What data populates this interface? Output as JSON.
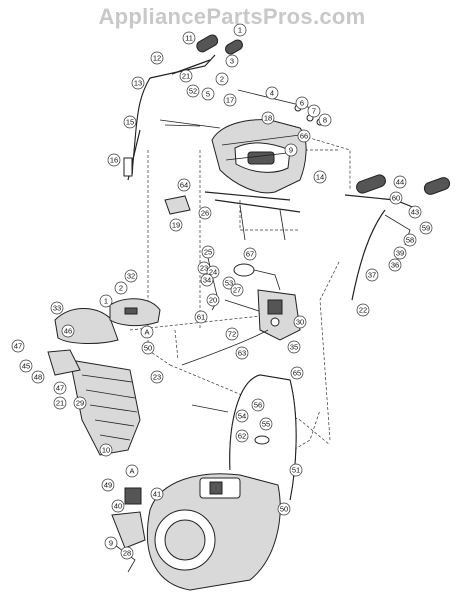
{
  "watermark": "AppliancePartsPros.com",
  "callouts": [
    "11",
    "1",
    "12",
    "3",
    "13",
    "21",
    "52",
    "5",
    "2",
    "17",
    "4",
    "6",
    "7",
    "8",
    "15",
    "18",
    "66",
    "16",
    "9",
    "14",
    "64",
    "26",
    "19",
    "44",
    "60",
    "43",
    "59",
    "58",
    "39",
    "36",
    "37",
    "25",
    "67",
    "22",
    "23",
    "24",
    "34",
    "53",
    "27",
    "32",
    "2",
    "20",
    "61",
    "30",
    "72",
    "33",
    "1",
    "A",
    "47",
    "46",
    "35",
    "45",
    "48",
    "50",
    "63",
    "65",
    "47",
    "21",
    "29",
    "23",
    "10",
    "56",
    "55",
    "54",
    "62",
    "51",
    "49",
    "41",
    "A",
    "40",
    "28",
    "9",
    "50"
  ]
}
